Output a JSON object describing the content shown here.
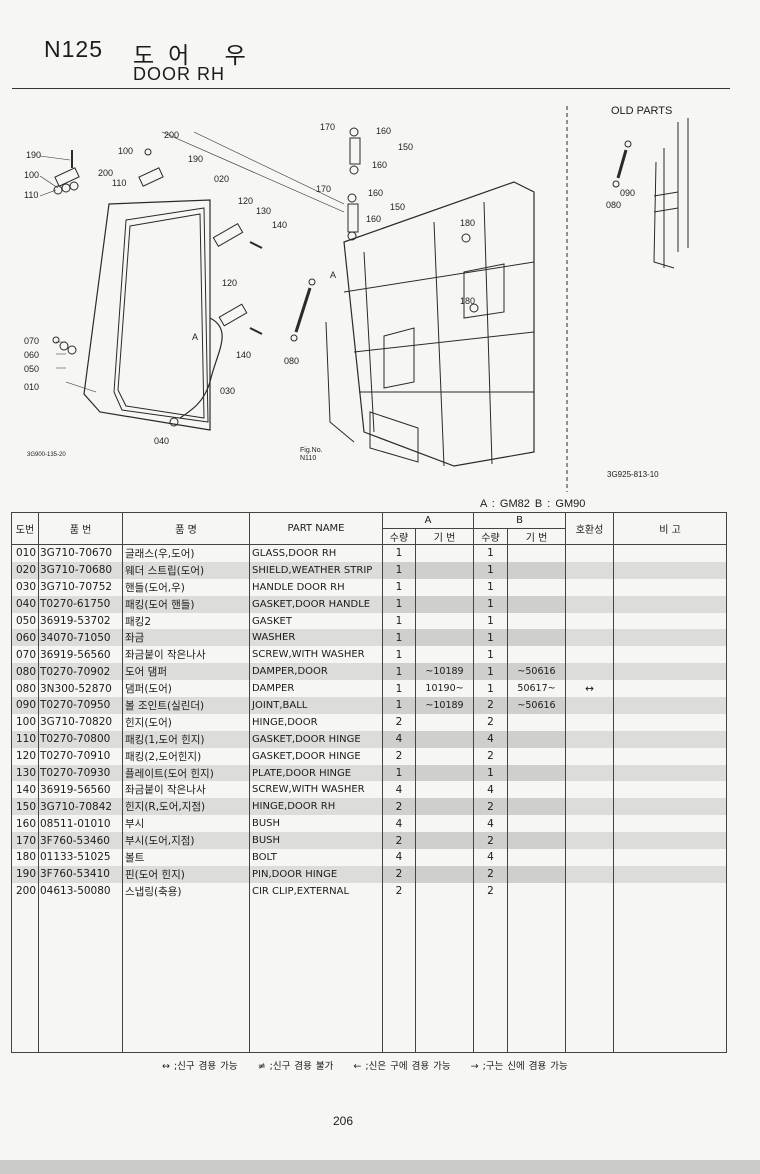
{
  "header": {
    "code": "N125",
    "title_ko": "도어 우",
    "title_en": "DOOR RH"
  },
  "illustration": {
    "old_parts_label": "OLD PARTS",
    "fig_no_label": "Fig.No.",
    "fig_no_value": "N110",
    "drawing_code_left": "3G900-135-20",
    "drawing_code_right": "3G925-813-10",
    "callouts": [
      "010",
      "020",
      "030",
      "040",
      "050",
      "060",
      "070",
      "080",
      "090",
      "100",
      "110",
      "120",
      "130",
      "140",
      "150",
      "160",
      "170",
      "180",
      "190",
      "200",
      "A"
    ]
  },
  "model_legend": "A : GM82   B : GM90",
  "table": {
    "headers": {
      "ref": "도번",
      "part_no": "품 번",
      "name_ko": "품 명",
      "part_name": "PART NAME",
      "group_a": "A",
      "group_b": "B",
      "qty": "수량",
      "serial": "기 번",
      "interchange": "호환성",
      "remarks": "비 고"
    },
    "rows": [
      {
        "no": "010",
        "pn": "3G710-70670",
        "ko": "글래스(우,도어)",
        "en": "GLASS,DOOR RH",
        "qa": "1",
        "sa": "",
        "qb": "1",
        "sb": "",
        "ic": "",
        "shade": false
      },
      {
        "no": "020",
        "pn": "3G710-70680",
        "ko": "웨더 스트립(도어)",
        "en": "SHIELD,WEATHER STRIP",
        "qa": "1",
        "sa": "",
        "qb": "1",
        "sb": "",
        "ic": "",
        "shade": true
      },
      {
        "no": "030",
        "pn": "3G710-70752",
        "ko": "핸들(도어,우)",
        "en": "HANDLE DOOR RH",
        "qa": "1",
        "sa": "",
        "qb": "1",
        "sb": "",
        "ic": "",
        "shade": false
      },
      {
        "no": "040",
        "pn": "T0270-61750",
        "ko": "패킹(도어 핸들)",
        "en": "GASKET,DOOR HANDLE",
        "qa": "1",
        "sa": "",
        "qb": "1",
        "sb": "",
        "ic": "",
        "shade": true
      },
      {
        "no": "050",
        "pn": "36919-53702",
        "ko": "패킹2",
        "en": "GASKET",
        "qa": "1",
        "sa": "",
        "qb": "1",
        "sb": "",
        "ic": "",
        "shade": false
      },
      {
        "no": "060",
        "pn": "34070-71050",
        "ko": "좌금",
        "en": "WASHER",
        "qa": "1",
        "sa": "",
        "qb": "1",
        "sb": "",
        "ic": "",
        "shade": true
      },
      {
        "no": "070",
        "pn": "36919-56560",
        "ko": "좌금붙이 작은나사",
        "en": "SCREW,WITH WASHER",
        "qa": "1",
        "sa": "",
        "qb": "1",
        "sb": "",
        "ic": "",
        "shade": false
      },
      {
        "no": "080",
        "pn": "T0270-70902",
        "ko": "도어 댐퍼",
        "en": "DAMPER,DOOR",
        "qa": "1",
        "sa": "~10189",
        "qb": "1",
        "sb": "~50616",
        "ic": "",
        "shade": true
      },
      {
        "no": "080",
        "pn": "3N300-52870",
        "ko": "댐퍼(도어)",
        "en": "DAMPER",
        "qa": "1",
        "sa": "10190~",
        "qb": "1",
        "sb": "50617~",
        "ic": "↔",
        "shade": false
      },
      {
        "no": "090",
        "pn": "T0270-70950",
        "ko": "볼 조인트(실린더)",
        "en": "JOINT,BALL",
        "qa": "1",
        "sa": "~10189",
        "qb": "2",
        "sb": "~50616",
        "ic": "",
        "shade": true
      },
      {
        "no": "100",
        "pn": "3G710-70820",
        "ko": "힌지(도어)",
        "en": "HINGE,DOOR",
        "qa": "2",
        "sa": "",
        "qb": "2",
        "sb": "",
        "ic": "",
        "shade": false
      },
      {
        "no": "110",
        "pn": "T0270-70800",
        "ko": "패킹(1,도어 힌지)",
        "en": "GASKET,DOOR HINGE",
        "qa": "4",
        "sa": "",
        "qb": "4",
        "sb": "",
        "ic": "",
        "shade": true
      },
      {
        "no": "120",
        "pn": "T0270-70910",
        "ko": "패킹(2,도어힌지)",
        "en": "GASKET,DOOR HINGE",
        "qa": "2",
        "sa": "",
        "qb": "2",
        "sb": "",
        "ic": "",
        "shade": false
      },
      {
        "no": "130",
        "pn": "T0270-70930",
        "ko": "플레이트(도어 힌지)",
        "en": "PLATE,DOOR HINGE",
        "qa": "1",
        "sa": "",
        "qb": "1",
        "sb": "",
        "ic": "",
        "shade": true
      },
      {
        "no": "140",
        "pn": "36919-56560",
        "ko": "좌금붙이 작은나사",
        "en": "SCREW,WITH WASHER",
        "qa": "4",
        "sa": "",
        "qb": "4",
        "sb": "",
        "ic": "",
        "shade": false
      },
      {
        "no": "150",
        "pn": "3G710-70842",
        "ko": "힌지(R,도어,지점)",
        "en": "HINGE,DOOR RH",
        "qa": "2",
        "sa": "",
        "qb": "2",
        "sb": "",
        "ic": "",
        "shade": true
      },
      {
        "no": "160",
        "pn": "08511-01010",
        "ko": "부시",
        "en": "BUSH",
        "qa": "4",
        "sa": "",
        "qb": "4",
        "sb": "",
        "ic": "",
        "shade": false
      },
      {
        "no": "170",
        "pn": "3F760-53460",
        "ko": "부시(도어,지점)",
        "en": "BUSH",
        "qa": "2",
        "sa": "",
        "qb": "2",
        "sb": "",
        "ic": "",
        "shade": true
      },
      {
        "no": "180",
        "pn": "01133-51025",
        "ko": "볼트",
        "en": "BOLT",
        "qa": "4",
        "sa": "",
        "qb": "4",
        "sb": "",
        "ic": "",
        "shade": false
      },
      {
        "no": "190",
        "pn": "3F760-53410",
        "ko": "핀(도어 힌지)",
        "en": "PIN,DOOR HINGE",
        "qa": "2",
        "sa": "",
        "qb": "2",
        "sb": "",
        "ic": "",
        "shade": true
      },
      {
        "no": "200",
        "pn": "04613-50080",
        "ko": "스냅링(축용)",
        "en": "CIR CLIP,EXTERNAL",
        "qa": "2",
        "sa": "",
        "qb": "2",
        "sb": "",
        "ic": "",
        "shade": false
      }
    ]
  },
  "footer": {
    "note1": "↔ ;신구 겸용 가능",
    "note2": "≠ ;신구 겸용 불가",
    "note3": "← ;신은 구에 겸용 가능",
    "note4": "→ ;구는 신에 겸용 가능",
    "page": "206"
  }
}
